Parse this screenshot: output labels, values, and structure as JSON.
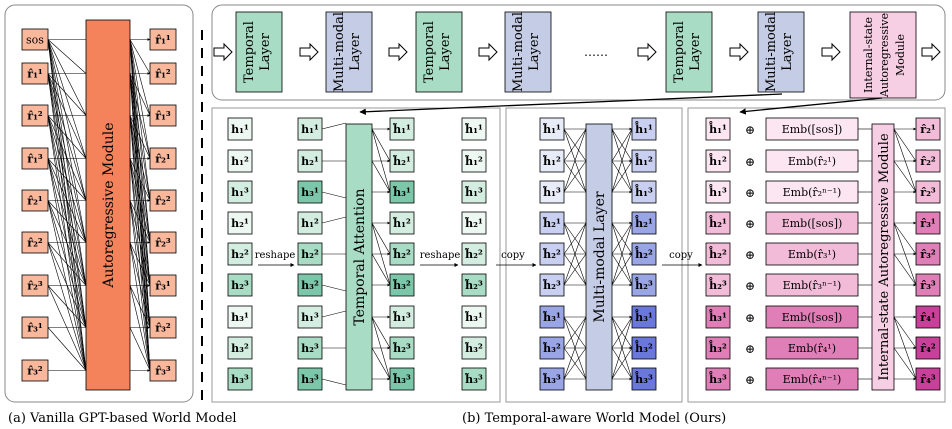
{
  "captions": {
    "a": "(a) Vanilla GPT-based  World Model",
    "b": "(b)  Temporal-aware World Model (Ours)"
  },
  "vanilla": {
    "module_label": "Autoregressive Module",
    "inputs": [
      "sos",
      "r̂₁¹",
      "r̂₁²",
      "r̂₁³",
      "r̂₂¹",
      "r̂₂²",
      "r̂₂³",
      "r̂₃¹",
      "r̂₃²"
    ],
    "outputs": [
      "r̂₁¹",
      "r̂₁²",
      "r̂₁³",
      "r̂₂¹",
      "r̂₂²",
      "r̂₂³",
      "r̂₃¹",
      "r̂₃²",
      "r̂₃³"
    ]
  },
  "pipeline": {
    "layers": [
      "Temporal Layer",
      "Multi-modal Layer",
      "Temporal Layer",
      "Multi-modal Layer",
      "Temporal Layer",
      "Multi-modal Layer"
    ],
    "ellipsis": "……",
    "final_module": "Internal-state Autoregressive Module"
  },
  "temporal": {
    "h_col1": [
      "h₁¹",
      "h₁²",
      "h₁³",
      "h₂¹",
      "h₂²",
      "h₂³",
      "h₃¹",
      "h₃²",
      "h₃³"
    ],
    "h_col2": [
      "h₁¹",
      "h₂¹",
      "h₃¹",
      "h₁²",
      "h₂²",
      "h₃²",
      "h₁³",
      "h₂³",
      "h₃³"
    ],
    "h_col3": [
      "h̃₁¹",
      "h̃₂¹",
      "h̃₃¹",
      "h̃₁²",
      "h̃₂²",
      "h̃₃²",
      "h̃₁³",
      "h̃₂³",
      "h̃₃³"
    ],
    "h_col4": [
      "h̃₁¹",
      "h̃₁²",
      "h̃₁³",
      "h̃₂¹",
      "h̃₂²",
      "h̃₂³",
      "h̃₃¹",
      "h̃₃²",
      "h̃₃³"
    ],
    "attention_label": "Temporal Attention",
    "reshape1": "reshape",
    "reshape2": "reshape"
  },
  "multimodal": {
    "copy1": "copy",
    "in": [
      "h̃₁¹",
      "h̃₁²",
      "h̃₁³",
      "h̃₂¹",
      "h̃₂²",
      "h̃₂³",
      "h̃₃¹",
      "h̃₃²",
      "h̃₃³"
    ],
    "out": [
      "h̊₁¹",
      "h̊₁²",
      "h̊₁³",
      "h̊₂¹",
      "h̊₂²",
      "h̊₂³",
      "h̊₃¹",
      "h̊₃²",
      "h̊₃³"
    ],
    "layer_label": "Multi-modal Layer"
  },
  "internal": {
    "copy2": "copy",
    "h": [
      "h̊₁¹",
      "h̊₁²",
      "h̊₁³",
      "h̊₂¹",
      "h̊₂²",
      "h̊₂³",
      "h̊₃¹",
      "h̊₃²",
      "h̊₃³"
    ],
    "plus": "⊕",
    "emb": [
      "Emb([sos])",
      "Emb(r̂₂¹)",
      "Emb(r̂₂ⁿ⁻¹)",
      "Emb([sos])",
      "Emb(r̂₃¹)",
      "Emb(r̂₃ⁿ⁻¹)",
      "Emb([sos])",
      "Emb(r̂₄¹)",
      "Emb(r̂₄ⁿ⁻¹)"
    ],
    "out": [
      "r̂₂¹",
      "r̂₂²",
      "r̂₂³",
      "r̂₃¹",
      "r̂₃²",
      "r̂₃³",
      "r̂₄¹",
      "r̂₄²",
      "r̂₄³"
    ],
    "module_label": "Internal-state Autoregressive Module"
  },
  "colors": {
    "orange": "#f4825a",
    "orange_light": "#f9b79c",
    "green_layer": "#a8dcc4",
    "blue_layer": "#c5cde6",
    "pink_layer": "#f6cfe4",
    "green_shades": [
      "#eef8f3",
      "#d3ede1",
      "#a8dcc4",
      "#7cc7aa"
    ],
    "blue_shades": [
      "#e8ebf8",
      "#c9cff0",
      "#9aa5e6",
      "#6a78dc"
    ],
    "pink_shades": [
      "#fbe6f1",
      "#f2bcd9",
      "#e07fb7",
      "#c8409a"
    ]
  }
}
